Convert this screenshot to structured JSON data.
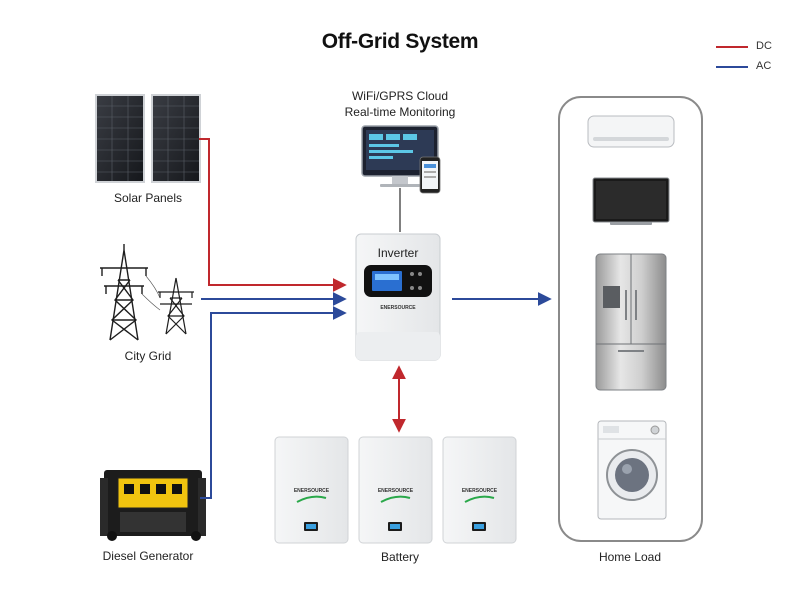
{
  "title": "Off-Grid System",
  "legend": {
    "dc": {
      "label": "DC",
      "color": "#c0282d"
    },
    "ac": {
      "label": "AC",
      "color": "#2c4a9a"
    }
  },
  "monitoring": {
    "line1": "WiFi/GPRS Cloud",
    "line2": "Real-time Monitoring"
  },
  "inverter": {
    "label": "Inverter",
    "brand": "ENERSOURCE"
  },
  "sources": {
    "solar": "Solar Panels",
    "grid": "City Grid",
    "generator": "Diesel Generator"
  },
  "battery": {
    "label": "Battery",
    "brand": "ENERSOURCE"
  },
  "home_load": {
    "label": "Home Load",
    "appliances": [
      "air-conditioner",
      "television",
      "refrigerator",
      "washing-machine"
    ]
  }
}
